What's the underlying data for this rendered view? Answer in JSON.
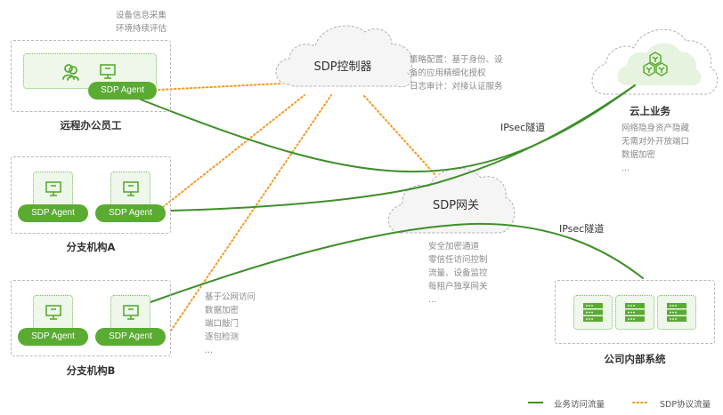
{
  "colors": {
    "business_flow": "#3f8f2a",
    "protocol_flow": "#f59a23",
    "agent_fill": "#5aab32",
    "tile_fill": "#eef7ea",
    "cloud_fill": "#f5f5f5",
    "text_gray": "#8a8a8a"
  },
  "remote_worker": {
    "label": "远程办公员工",
    "notes": [
      "设备信息采集",
      "环境持续评估"
    ],
    "agent_label": "SDP Agent",
    "icons": [
      "users-icon",
      "monitor-icon"
    ]
  },
  "branch_a": {
    "label": "分支机构A",
    "agents": [
      "SDP Agent",
      "SDP Agent"
    ]
  },
  "branch_b": {
    "label": "分支机构B",
    "agents": [
      "SDP Agent",
      "SDP Agent"
    ],
    "notes": [
      "基于公网访问",
      "数据加密",
      "端口敲门",
      "逐包检测",
      "..."
    ]
  },
  "controller": {
    "label": "SDP控制器",
    "notes": [
      "策略配置：基于身份、设",
      "备的应用精细化授权",
      "日志审计：对接认证服务"
    ]
  },
  "gateway": {
    "label": "SDP网关",
    "notes": [
      "安全加密通道",
      "零信任访问控制",
      "流量、设备监控",
      "每租户独享网关",
      "..."
    ]
  },
  "cloud_business": {
    "label": "云上业务",
    "notes": [
      "网络隐身资产隐藏",
      "无需对外开放端口",
      "数据加密",
      "..."
    ]
  },
  "internal_systems": {
    "label": "公司内部系统",
    "server_count": 3
  },
  "tunnels": {
    "cloud_tunnel_label": "IPsec隧道",
    "internal_tunnel_label": "IPsec隧道"
  },
  "legend": {
    "business_flow": "业务访问流量",
    "protocol_flow": "SDP协议流量"
  }
}
